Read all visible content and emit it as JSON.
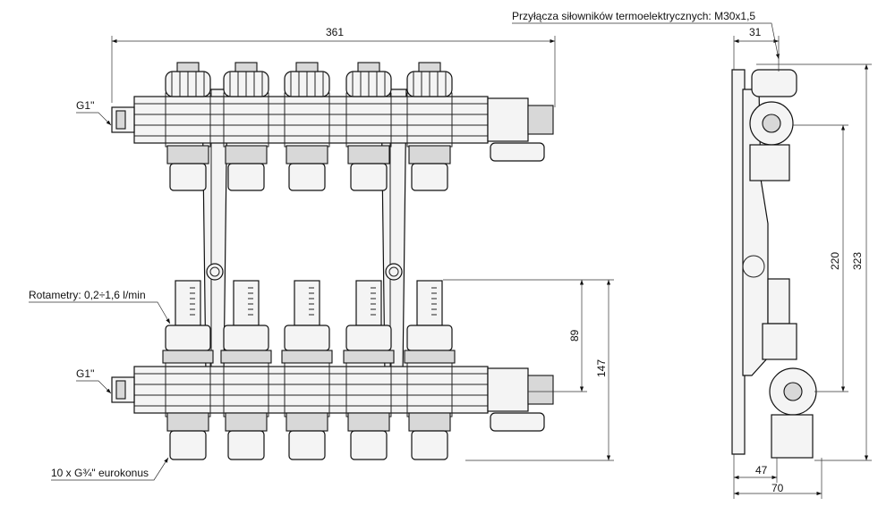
{
  "labels": {
    "actuator_connections": "Przyłącza siłowników termoelektrycznych: M30x1,5",
    "flowmeters": "Rotametry: 0,2÷1,6 l/min",
    "inlet_top": "G1''",
    "inlet_bottom": "G1''",
    "outlets": "10 x G¾\" eurokonus"
  },
  "dimensions": {
    "total_width": "361",
    "side_top_depth": "31",
    "axis_spacing": "220",
    "total_height": "323",
    "rotameter_to_axis": "89",
    "rotameter_to_bottom": "147",
    "side_depth_47": "47",
    "side_depth_70": "70"
  }
}
